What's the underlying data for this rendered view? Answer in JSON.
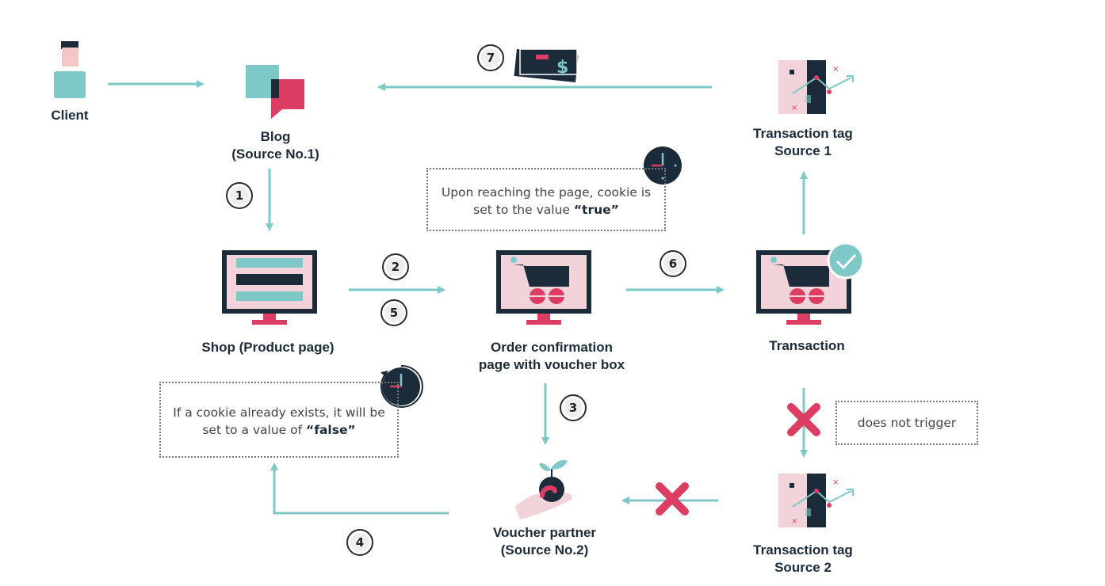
{
  "nodes": {
    "client": "Client",
    "blog_line1": "Blog",
    "blog_line2": "(Source No.1)",
    "shop": "Shop (Product page)",
    "order_line1": "Order confirmation",
    "order_line2": "page with voucher box",
    "transaction": "Transaction",
    "tag1_line1": "Transaction tag",
    "tag1_line2": "Source 1",
    "tag2_line1": "Transaction tag",
    "tag2_line2": "Source 2",
    "voucher_line1": "Voucher partner",
    "voucher_line2": "(Source No.2)"
  },
  "notes": {
    "cookie_true_text": "Upon reaching the page, cookie is set to the value",
    "cookie_true_value": "“true”",
    "cookie_false_text": "If a cookie already exists, it will be set to a value of",
    "cookie_false_value": "“false”",
    "no_trigger": "does not trigger"
  },
  "steps": [
    "1",
    "2",
    "3",
    "4",
    "5",
    "6",
    "7"
  ],
  "colors": {
    "arrow": "#7ec8c8",
    "accent": "#dc3e63",
    "dark": "#1c2b3a",
    "pink_light": "#f2d3da",
    "teal": "#7ec8c8"
  }
}
